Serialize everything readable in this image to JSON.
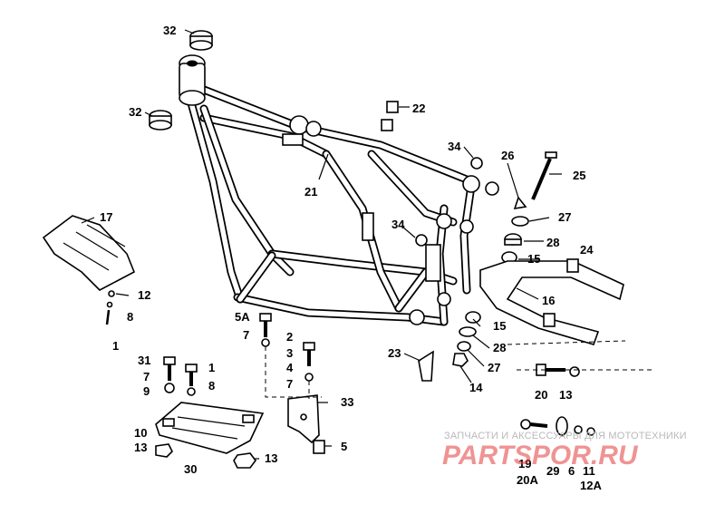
{
  "callouts": {
    "c32a": "32",
    "c32b": "32",
    "c22": "22",
    "c34a": "34",
    "c26": "26",
    "c25": "25",
    "c21": "21",
    "c17": "17",
    "c34b": "34",
    "c27a": "27",
    "c28a": "28",
    "c24": "24",
    "c15a": "15",
    "c16": "16",
    "c12": "12",
    "c8a": "8",
    "c1a": "1",
    "c5A": "5A",
    "c7a": "7",
    "c2": "2",
    "c3": "3",
    "c4": "4",
    "c7b": "7",
    "c15b": "15",
    "c28b": "28",
    "c23": "23",
    "c27b": "27",
    "c14": "14",
    "c31": "31",
    "c7c": "7",
    "c9": "9",
    "c1b": "1",
    "c8b": "8",
    "c33": "33",
    "c20": "20",
    "c13a": "13",
    "c10": "10",
    "c13b": "13",
    "c30": "30",
    "c13c": "13",
    "c5": "5",
    "c19": "19",
    "c20A": "20A",
    "c29": "29",
    "c6": "6",
    "c11": "11",
    "c12A": "12A"
  },
  "watermark": {
    "tagline": "ЗАПЧАСТИ И АКСЕССУАРЫ ДЛЯ МОТОТЕХНИКИ",
    "logo": "PARTSPOR.RU"
  }
}
